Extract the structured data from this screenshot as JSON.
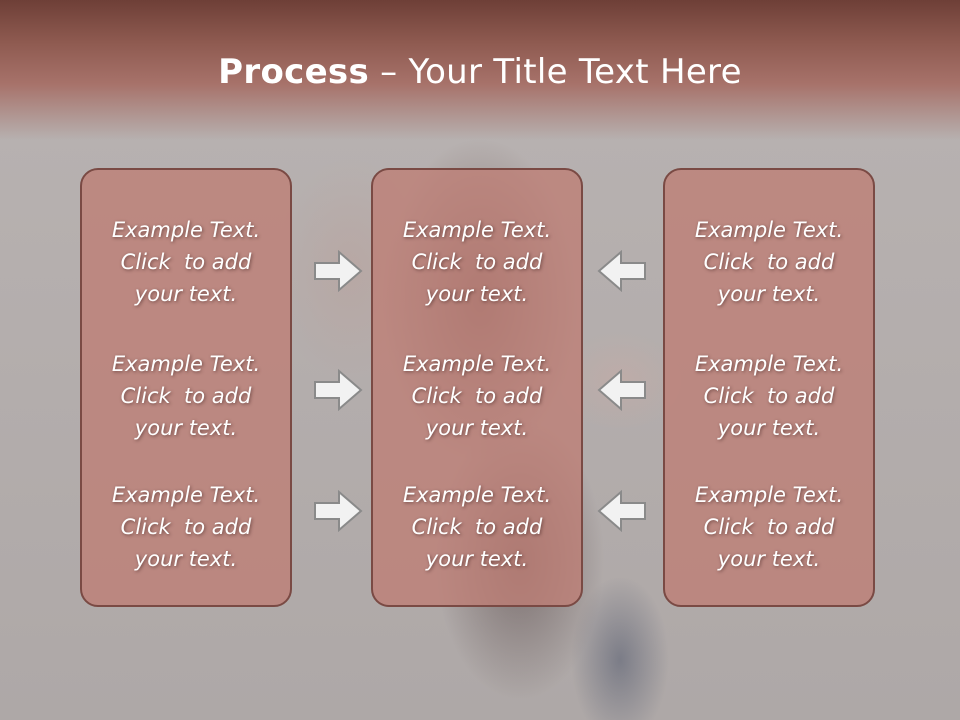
{
  "title": {
    "bold": "Process",
    "rest": " – Your Title Text Here"
  },
  "columns": [
    {
      "blocks": [
        {
          "line1": "Example Text.",
          "line2": "Click  to add",
          "line3": "your text."
        },
        {
          "line1": "Example Text.",
          "line2": "Click  to add",
          "line3": "your text."
        },
        {
          "line1": "Example Text.",
          "line2": "Click  to add",
          "line3": "your text."
        }
      ]
    },
    {
      "blocks": [
        {
          "line1": "Example Text.",
          "line2": "Click  to add",
          "line3": "your text."
        },
        {
          "line1": "Example Text.",
          "line2": "Click  to add",
          "line3": "your text."
        },
        {
          "line1": "Example Text.",
          "line2": "Click  to add",
          "line3": "your text."
        }
      ]
    },
    {
      "blocks": [
        {
          "line1": "Example Text.",
          "line2": "Click  to add",
          "line3": "your text."
        },
        {
          "line1": "Example Text.",
          "line2": "Click  to add",
          "line3": "your text."
        },
        {
          "line1": "Example Text.",
          "line2": "Click  to add",
          "line3": "your text."
        }
      ]
    }
  ],
  "icons": {
    "left_arrows": "arrow-right-icon",
    "right_arrows": "arrow-left-icon"
  },
  "colors": {
    "title_bar": "#8e5a50",
    "panel_fill": "#be7e74",
    "panel_border": "#7a4a44",
    "arrow_fill": "#f2f2f2",
    "arrow_stroke": "#8a8a8a"
  }
}
